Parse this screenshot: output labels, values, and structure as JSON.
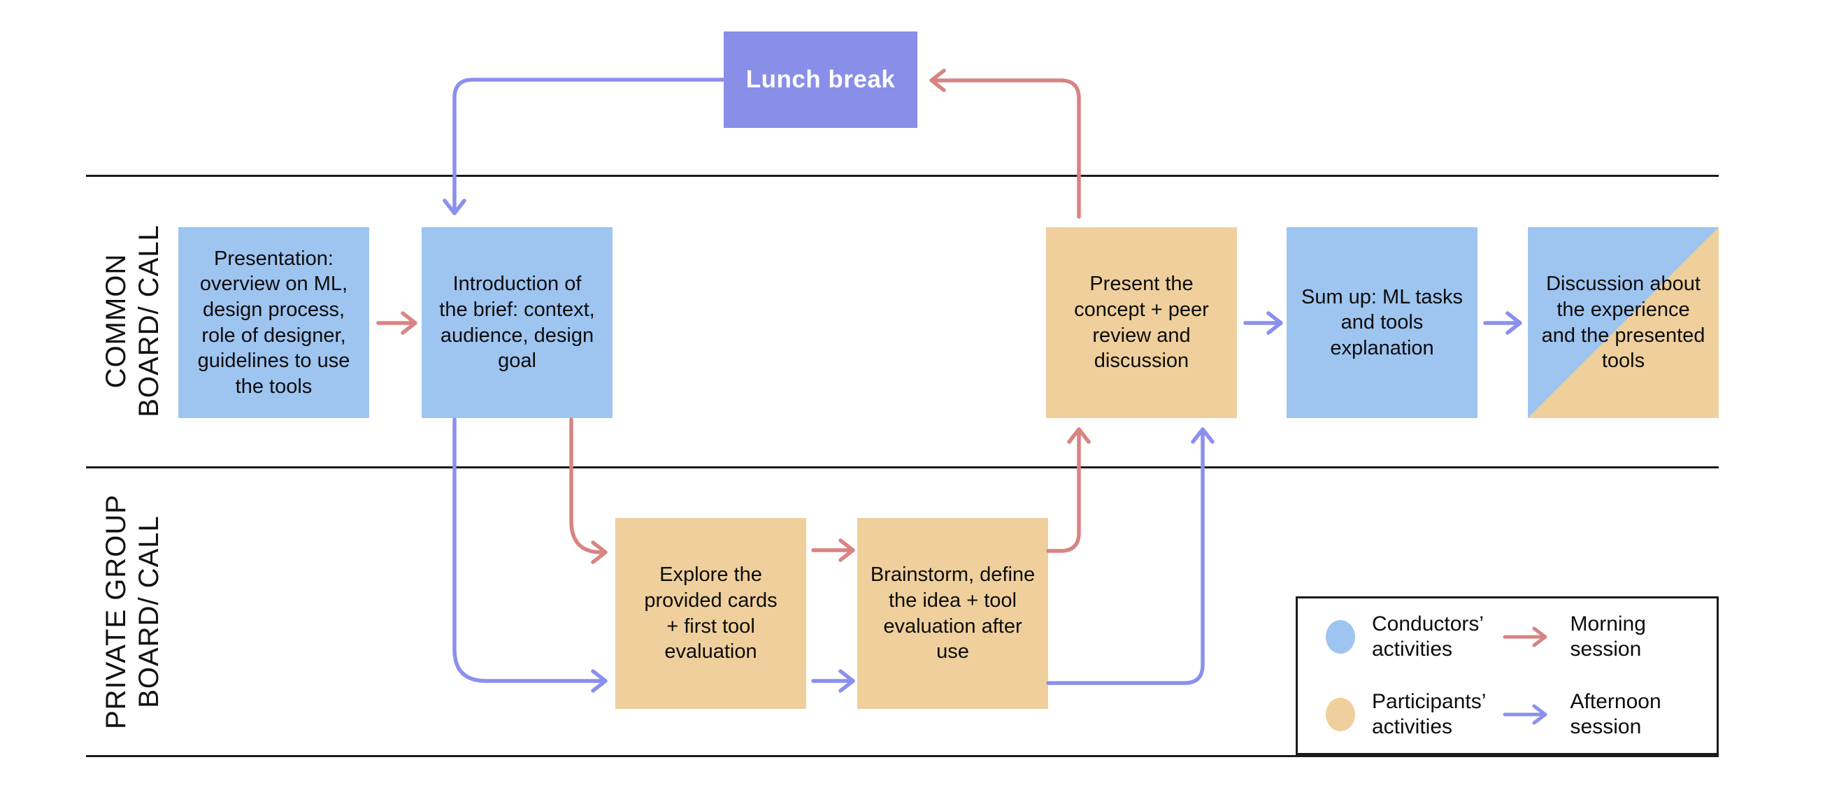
{
  "lanes": {
    "common": {
      "label": "COMMON\nBOARD/ CALL"
    },
    "private": {
      "label": "PRIVATE GROUP\nBOARD/ CALL"
    }
  },
  "lunch": {
    "label": "Lunch break"
  },
  "boxes": {
    "presentation": {
      "text": "Presentation:\noverview on ML,\ndesign process,\nrole of designer,\nguidelines to use\nthe tools",
      "type": "conductor"
    },
    "introduction": {
      "text": "Introduction of\nthe brief: context,\naudience, design\ngoal",
      "type": "conductor"
    },
    "present_concept": {
      "text": "Present the\nconcept + peer\nreview and\ndiscussion",
      "type": "participant"
    },
    "sum_up": {
      "text": "Sum up: ML tasks\nand tools\nexplanation",
      "type": "conductor"
    },
    "discussion": {
      "text": "Discussion about\nthe experience\nand the presented\ntools",
      "type": "conductor+participant"
    },
    "explore": {
      "text": "Explore the\nprovided cards\n+ first tool\nevaluation",
      "type": "participant"
    },
    "brainstorm": {
      "text": "Brainstorm, define\nthe idea + tool\nevaluation after\nuse",
      "type": "participant"
    }
  },
  "legend": {
    "conductors": "Conductors’\nactivities",
    "participants": "Participants’\nactivities",
    "morning": "Morning\nsession",
    "afternoon": "Afternoon\nsession"
  },
  "colors": {
    "conductor_activity": "#9ec4f0",
    "participant_activity": "#efcf9c",
    "lunch_break": "#898ee8",
    "morning_session_arrow": "#d98383",
    "afternoon_session_arrow": "#8b90ee",
    "lane_line": "#1a1a1a"
  }
}
